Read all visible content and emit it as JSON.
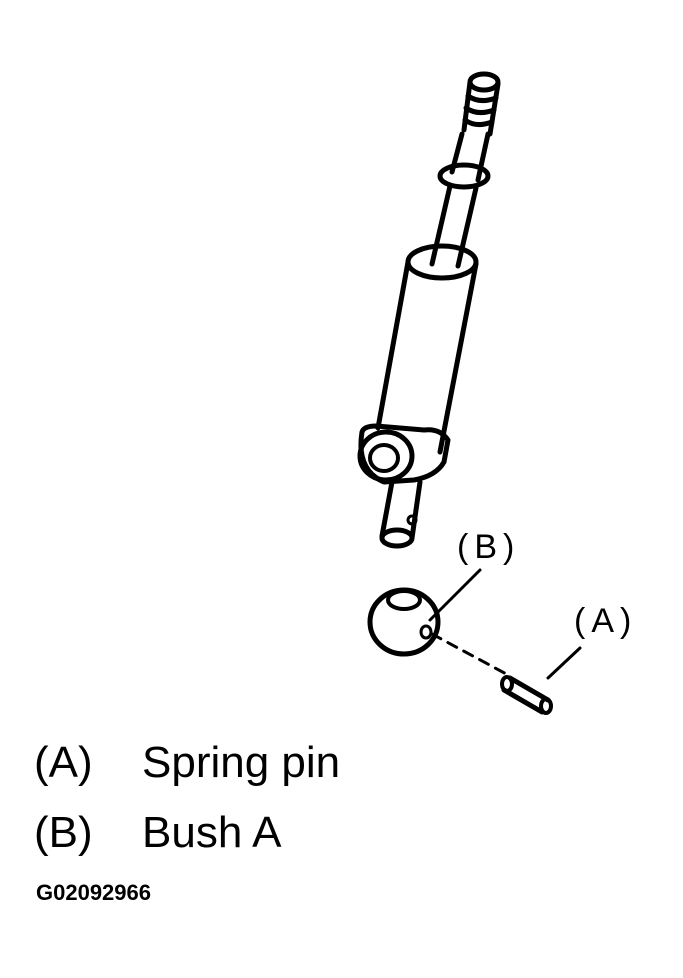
{
  "callouts": {
    "a": "(A)",
    "b": "(B)"
  },
  "legend": [
    {
      "key": "(A)",
      "label": "Spring pin"
    },
    {
      "key": "(B)",
      "label": "Bush A"
    }
  ],
  "figure_id": "G02092966"
}
